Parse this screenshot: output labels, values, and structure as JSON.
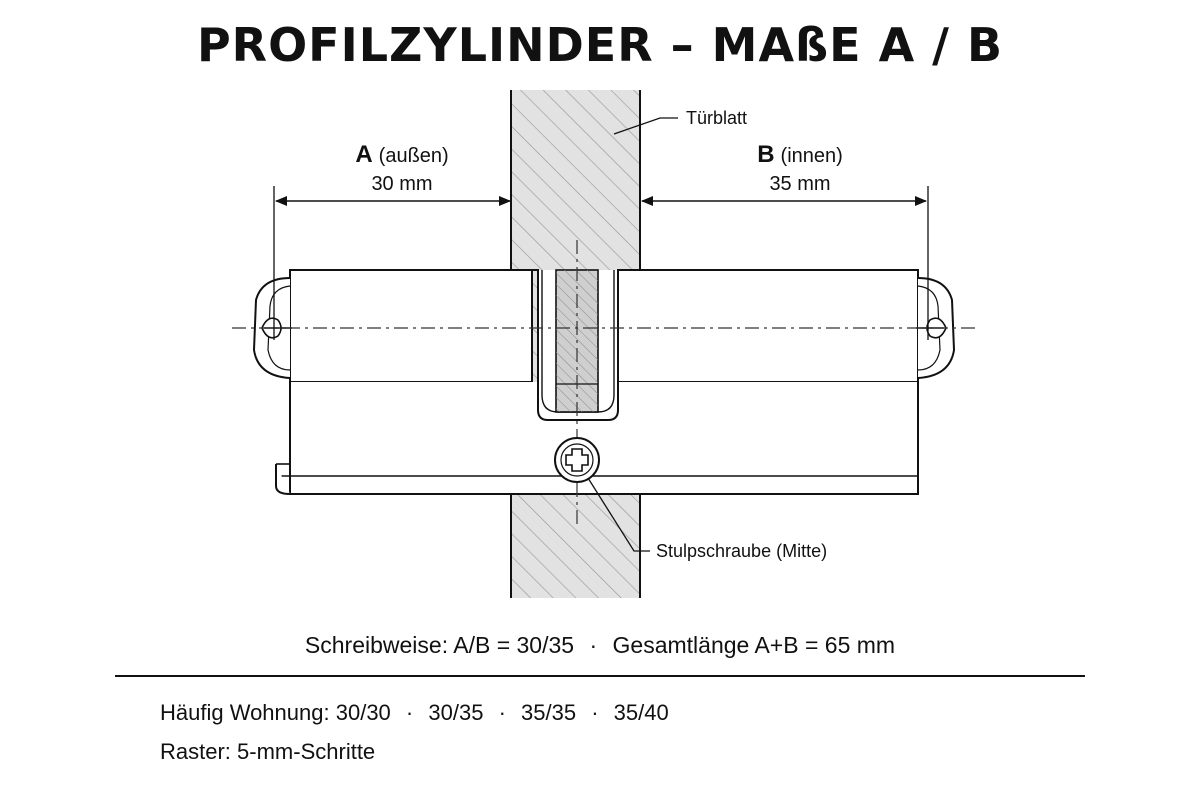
{
  "title": "PROFILZYLINDER – MAßE A / B",
  "labels": {
    "door": "Türblatt",
    "a_letter": "A",
    "a_side": "(außen)",
    "a_value": "30 mm",
    "b_letter": "B",
    "b_side": "(innen)",
    "b_value": "35 mm",
    "screw": "Stulpschraube (Mitte)"
  },
  "summary": {
    "label": "Schreibweise:",
    "formula": "A/B = 30/35",
    "separator": "·",
    "total": "Gesamtlänge A+B = 65 mm"
  },
  "notes": {
    "common_label": "Häufig Wohnung:",
    "common_sizes": [
      "30/30",
      "30/35",
      "35/35",
      "35/40"
    ],
    "separator": "·",
    "grid_label": "Raster:",
    "grid_value": "5-mm-Schritte"
  }
}
